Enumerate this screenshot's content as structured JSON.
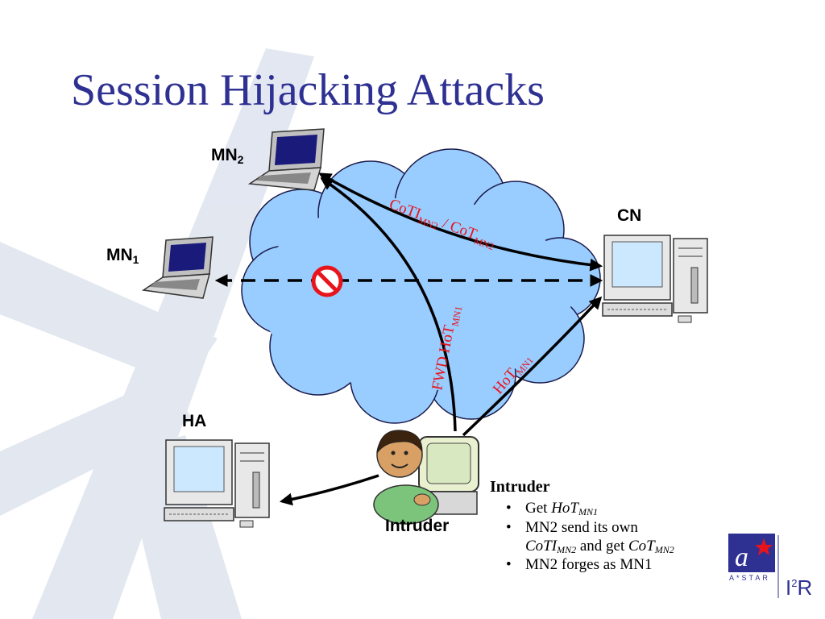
{
  "slide": {
    "title": "Session Hijacking Attacks"
  },
  "nodes": {
    "mn2": {
      "name": "MN",
      "sub": "2"
    },
    "mn1": {
      "name": "MN",
      "sub": "1"
    },
    "cn": {
      "name": "CN"
    },
    "ha": {
      "name": "HA"
    },
    "intruder": {
      "name": "Intruder"
    }
  },
  "edges": {
    "coti_cot": {
      "label": "CoTI",
      "sub1": "MN2",
      "mid": " / CoT",
      "sub2": "MN2"
    },
    "fwd_hot": {
      "label": "FWD HoT",
      "sub": "MN1"
    },
    "hot": {
      "label": "HoT",
      "sub": "MN1"
    }
  },
  "textbox": {
    "title": "Intruder",
    "items": [
      {
        "pre": "Get ",
        "italic": "HoT",
        "sub": "MN1"
      },
      {
        "line1": "MN2 send its own",
        "italic1": "CoTI",
        "sub1": "MN2",
        "mid": " and get ",
        "italic2": "CoT",
        "sub2": "MN2"
      },
      {
        "text": "MN2 forges as MN1"
      }
    ]
  },
  "logo": {
    "a_star": "A*STAR",
    "i2r_i": "I",
    "i2r_sup": "2",
    "i2r_r": "R"
  },
  "colors": {
    "title": "#2e3192",
    "cloud": "#99ccff",
    "edge_label": "#e8141c",
    "watermark": "#dde3ee",
    "blocked": "#e8141c"
  }
}
